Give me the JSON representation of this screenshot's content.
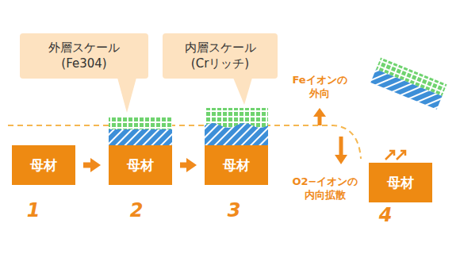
{
  "diagram": {
    "nodes": [
      {
        "text": [
          "外層スケール (Fe304)"
        ]
      },
      {
        "text": [
          "内層スケール (Crリッチ)"
        ]
      },
      {
        "text": [
          "母材"
        ]
      },
      {
        "text": [
          "母材"
        ]
      },
      {
        "text": [
          "母材"
        ]
      },
      {
        "text": [
          "母材"
        ]
      }
    ],
    "edges": [
      {
        "from": 2,
        "to": 3,
        "arrow": "to"
      },
      {
        "from": 3,
        "to": 4,
        "arrow": "to"
      }
    ],
    "labels": [
      "Feイオンの 外向",
      "O2−イオンの 内向拡散",
      "1",
      "2",
      "3",
      "4"
    ]
  }
}
